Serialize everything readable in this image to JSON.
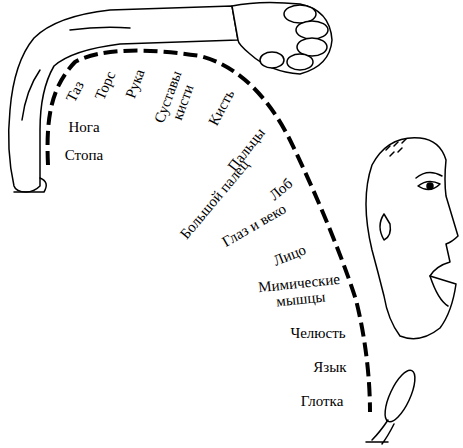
{
  "diagram": {
    "labels": [
      "Таз",
      "Торс",
      "Рука",
      "Суставы кисти",
      "Кисть",
      "Нога",
      "Стопа",
      "Пальцы",
      "Большой палец",
      "Лоб",
      "Глаз и веко",
      "Лицо",
      "Мимические мышцы",
      "Челюсть",
      "Язык",
      "Глотка"
    ]
  }
}
